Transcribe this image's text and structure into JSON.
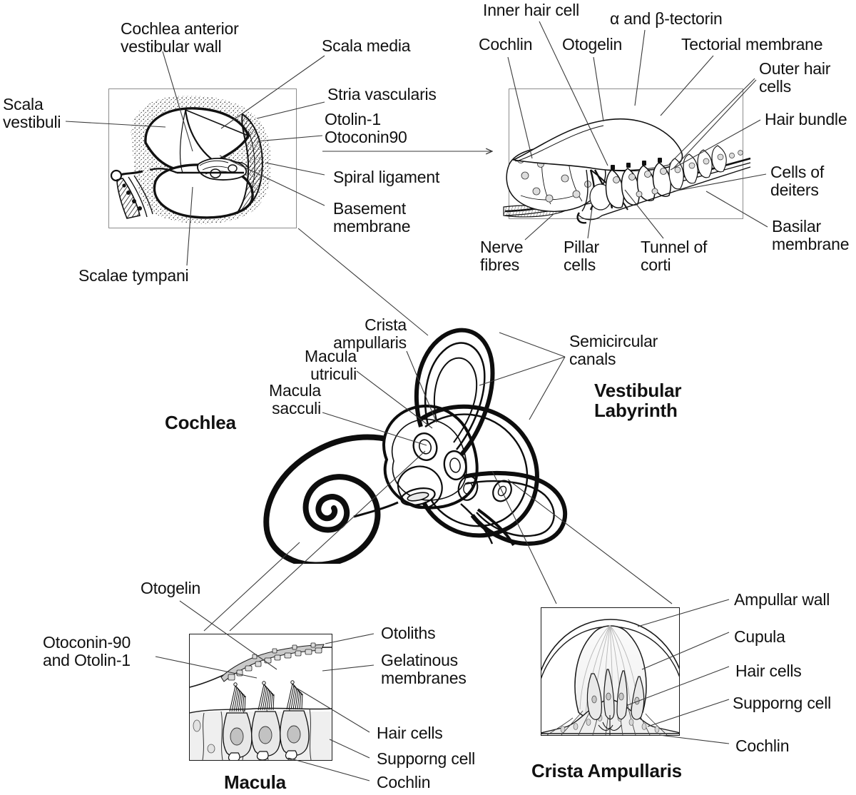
{
  "figure": {
    "title_panels": {
      "cochlea": "Cochlea",
      "vestibular_labyrinth": "Vestibular\nLabyrinth",
      "macula": "Macula",
      "crista_ampullaris": "Crista Ampullaris"
    }
  },
  "panel_cochlea_cross_section": {
    "name": "cochlea-cross-section",
    "labels": {
      "cochlea_anterior_vestibular_wall": "Cochlea anterior\nvestibular wall",
      "scala_media": "Scala media",
      "scala_vestibuli": "Scala\nvestibuli",
      "stria_vascularis": "Stria vascularis",
      "otolin_otoconin": "Otolin-1\nOtoconin90",
      "spiral_ligament": "Spiral ligament",
      "basement_membrane": "Basement\nmembrane",
      "scalae_tympani": "Scalae tympani"
    }
  },
  "panel_organ_of_corti": {
    "name": "organ-of-corti",
    "labels": {
      "inner_hair_cell": "Inner hair cell",
      "alpha_beta_tectorin": "α and β-tectorin",
      "cochlin": "Cochlin",
      "otogelin": "Otogelin",
      "tectorial_membrane": "Tectorial membrane",
      "outer_hair_cells": "Outer hair\ncells",
      "hair_bundle": "Hair bundle",
      "cells_of_deiters": "Cells of\ndeiters",
      "basilar_membrane": "Basilar\nmembrane",
      "nerve_fibres": "Nerve\nfibres",
      "pillar_cells": "Pillar\ncells",
      "tunnel_of_corti": "Tunnel of\ncorti"
    }
  },
  "panel_labyrinth": {
    "name": "inner-ear-labyrinth",
    "labels": {
      "crista_ampullaris": "Crista\nampullaris",
      "macula_utriculi": "Macula\nutriculi",
      "macula_sacculi": "Macula\nsacculi",
      "semicircular_canals": "Semicircular\ncanals",
      "cochlea": "Cochlea",
      "vestibular_labyrinth": "Vestibular\nLabyrinth"
    }
  },
  "panel_macula": {
    "name": "macula-detail",
    "title": "Macula",
    "labels": {
      "otogelin": "Otogelin",
      "otoconin90_and_otolin1": "Otoconin-90\nand Otolin-1",
      "otoliths": "Otoliths",
      "gelatinous_membranes": "Gelatinous\nmembranes",
      "hair_cells": "Hair cells",
      "supporng_cell": "Supporng cell",
      "cochlin": "Cochlin"
    }
  },
  "panel_crista": {
    "name": "crista-ampullaris-detail",
    "title": "Crista Ampullaris",
    "labels": {
      "ampullar_wall": "Ampullar wall",
      "cupula": "Cupula",
      "hair_cells": "Hair cells",
      "supporng_cell": "Supporng cell",
      "cochlin": "Cochlin"
    }
  },
  "colors": {
    "ink": "#111111",
    "leader_line": "#3a3a3a",
    "frame": "#8d8d8d",
    "frame_dark": "#1a1a1a",
    "background": "#ffffff"
  }
}
